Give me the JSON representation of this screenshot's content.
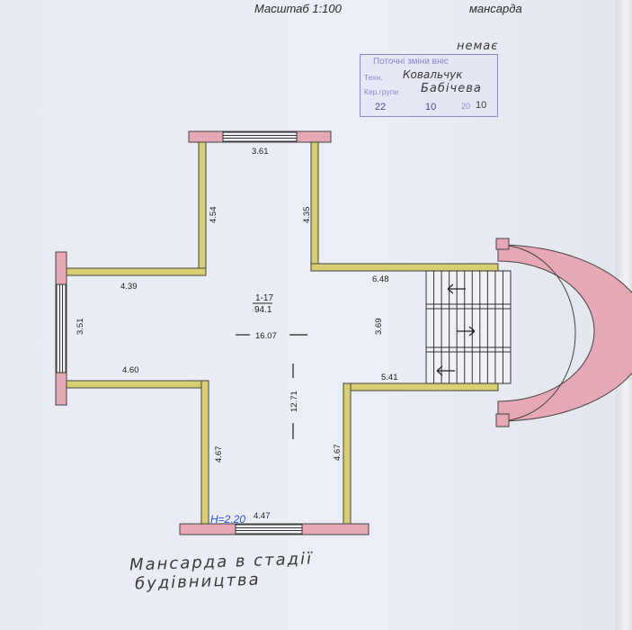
{
  "header": {
    "scale": "Масштаб 1:100",
    "floor": "мансарда"
  },
  "stamp": {
    "annotation": "немає",
    "line1": "Поточні зміни вніс",
    "line2_label": "Техн.",
    "line2_value": "Ковальчук",
    "line3_label": "Кер.групи",
    "line3_value": "Бабічева",
    "day": "22",
    "month": "10",
    "year_print": "20",
    "year_hand": "10"
  },
  "plan": {
    "room_code": "1-17",
    "room_area": "94.1",
    "dimensions": {
      "top_width": "3.61",
      "left_arm_top": "4.54",
      "right_arm_top": "4.35",
      "left_top_len": "4.39",
      "right_top_len": "6.48",
      "left_end": "3.51",
      "total_width": "16.07",
      "center_right": "3.69",
      "left_bottom_len": "4.60",
      "right_bottom_len": "5.41",
      "total_height": "12.71",
      "left_arm_bottom": "4.67",
      "right_arm_bottom": "4.67",
      "bottom_width": "4.47"
    },
    "height_note": "H=2.20"
  },
  "caption": {
    "line1": "Мансарда в стадії",
    "line2": "будівництва"
  },
  "colors": {
    "wall_yellow": "#d8cf73",
    "wall_pink": "#e6a8b4",
    "wall_outline": "#444444",
    "stamp_blue": "#8a86d2",
    "hand_ink": "#3a3a3a",
    "note_blue": "#2b4fd6"
  }
}
